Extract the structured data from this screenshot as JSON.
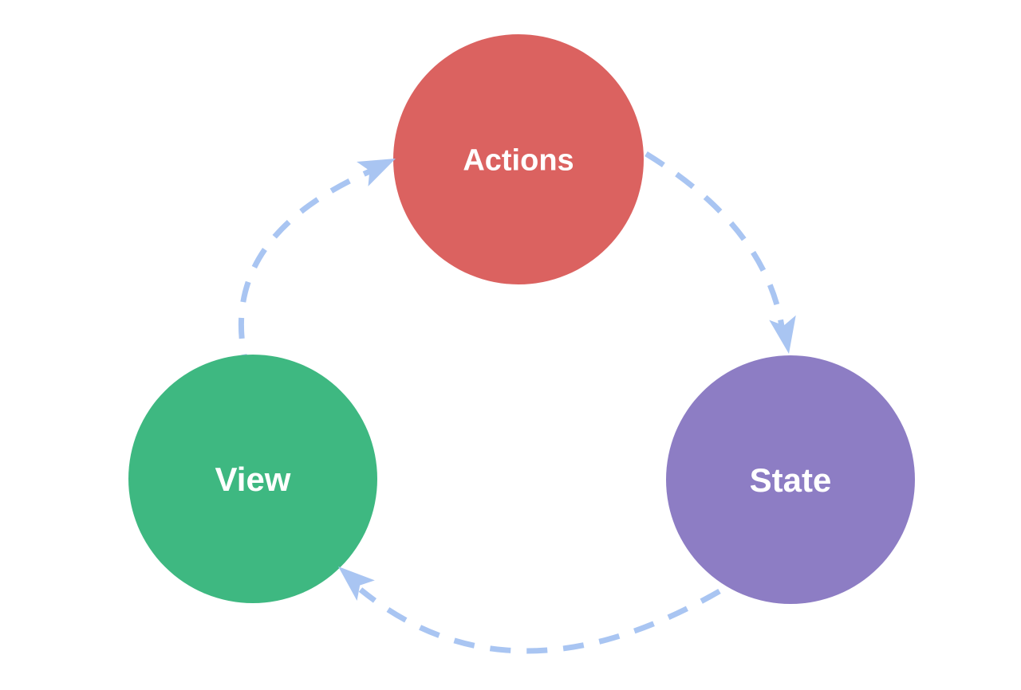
{
  "diagram": {
    "title": "one-way-data-flow-cycle",
    "background_color": "#ffffff",
    "nodes": [
      {
        "id": "actions",
        "label": "Actions",
        "shape": "circle",
        "color": "#db6260",
        "text_color": "#ffffff",
        "position": "top-center"
      },
      {
        "id": "state",
        "label": "State",
        "shape": "circle",
        "color": "#8d7dc4",
        "text_color": "#ffffff",
        "position": "bottom-right"
      },
      {
        "id": "view",
        "label": "View",
        "shape": "circle",
        "color": "#3eb881",
        "text_color": "#ffffff",
        "position": "bottom-left"
      }
    ],
    "edges": [
      {
        "from": "actions",
        "to": "state",
        "style": "dashed",
        "color": "#a9c5f2",
        "arrowhead_color": "#a9c5f2"
      },
      {
        "from": "state",
        "to": "view",
        "style": "dashed",
        "color": "#a9c5f2",
        "arrowhead_color": "#a9c5f2"
      },
      {
        "from": "view",
        "to": "actions",
        "style": "dashed",
        "color": "#a9c5f2",
        "arrowhead_color": "#a9c5f2"
      }
    ]
  }
}
